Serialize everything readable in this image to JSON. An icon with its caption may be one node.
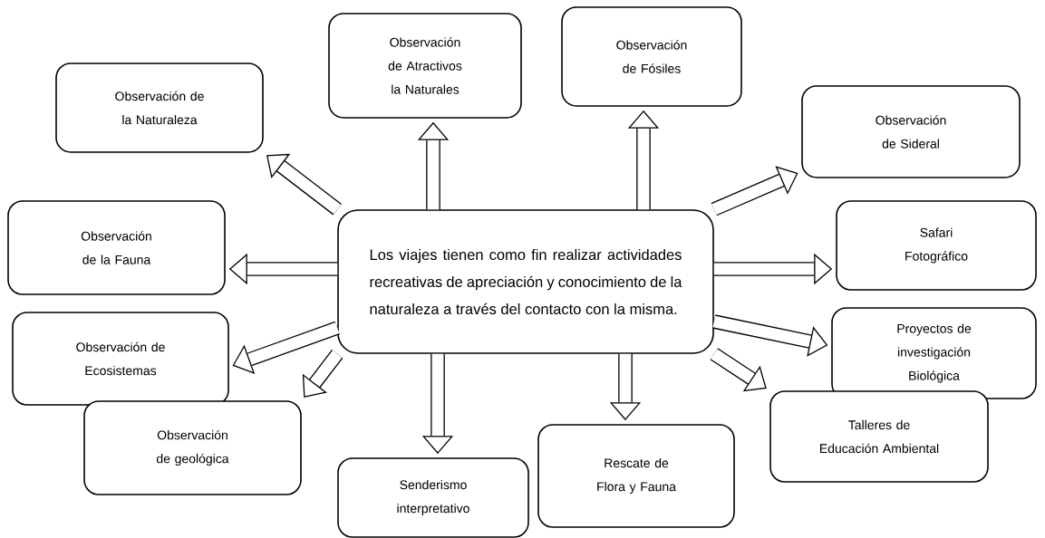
{
  "diagram": {
    "nodes": [
      {
        "text": [
          "Los viajes tienen como fin realizar actividades recreativas de apreciación y conocimiento de la naturaleza a través del contacto con la misma."
        ]
      },
      {
        "text": [
          "Observación de la Naturaleza"
        ]
      },
      {
        "text": [
          "Observación de Atractivos la Naturales"
        ]
      },
      {
        "text": [
          "Observación de Fósiles"
        ]
      },
      {
        "text": [
          "Observación de Sideral"
        ]
      },
      {
        "text": [
          "Observación de la Fauna"
        ]
      },
      {
        "text": [
          "Safari Fotográfico"
        ]
      },
      {
        "text": [
          "Observación de Ecosistemas"
        ]
      },
      {
        "text": [
          "Proyectos de investigación Biológica"
        ]
      },
      {
        "text": [
          "Observación de geológica"
        ]
      },
      {
        "text": [
          "Senderismo interpretativo"
        ]
      },
      {
        "text": [
          "Rescate de Flora y Fauna"
        ]
      },
      {
        "text": [
          "Talleres de Educación Ambiental"
        ]
      }
    ],
    "edges": [
      {
        "from": 0,
        "to": 1,
        "arrow": "to"
      },
      {
        "from": 0,
        "to": 2,
        "arrow": "to"
      },
      {
        "from": 0,
        "to": 3,
        "arrow": "to"
      },
      {
        "from": 0,
        "to": 4,
        "arrow": "to"
      },
      {
        "from": 0,
        "to": 5,
        "arrow": "to"
      },
      {
        "from": 0,
        "to": 6,
        "arrow": "to"
      },
      {
        "from": 0,
        "to": 7,
        "arrow": "to"
      },
      {
        "from": 0,
        "to": 9,
        "arrow": "to"
      },
      {
        "from": 0,
        "to": 10,
        "arrow": "to"
      },
      {
        "from": 0,
        "to": 11,
        "arrow": "to"
      },
      {
        "from": 0,
        "to": 12,
        "arrow": "to"
      },
      {
        "from": 0,
        "to": 8,
        "arrow": "to"
      }
    ]
  }
}
